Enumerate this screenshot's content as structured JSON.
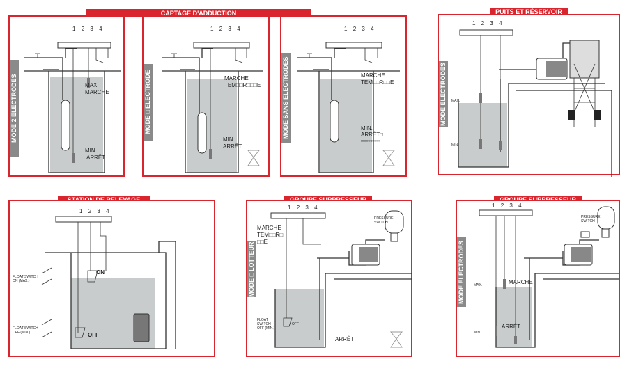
{
  "top_banner": "CAPTAGE D'ADDUCTION",
  "terminal_numbers": [
    "1",
    "2",
    "3",
    "4"
  ],
  "panel1": {
    "mode": "MODE 2 ELECTRODES",
    "max": "MAX.",
    "marche": "MARCHE",
    "min": "MIN.",
    "arret": "ARRÊT"
  },
  "panel2": {
    "mode": "MODE□ELECTRODE",
    "marche": "MARCHE",
    "tempo": "TEM□□R□□□E",
    "min": "MIN.",
    "arret": "ARRÊT"
  },
  "panel3": {
    "mode": "MODE SANS ELECTRODES",
    "marche": "MARCHE",
    "tempo": "TEM□□R□□E",
    "min": "MIN.",
    "arret": "ARRÊT□",
    "boxes": "□□□□□□□□□"
  },
  "panel4": {
    "title": "PUITS ET RÉSERVOIR",
    "mode": "MODE ELECTRODES",
    "max": "MAX.",
    "min": "MIN."
  },
  "panel5": {
    "title": "STATION DE RELEVAGE",
    "on": "ON",
    "off": "OFF",
    "float_on": "FLOAT SWITCH ON (MAX.)",
    "float_off": "FLOAT SWITCH OFF (MIN.)"
  },
  "panel6": {
    "title": "GROUPE SURPRESSEUR",
    "mode": "MODE□LOTTEUR",
    "marche": "MARCHE",
    "tem": "TEM□□R□",
    "e": "□□E",
    "pressure": "PRESSURE SWITCH",
    "float_off": "FLOAT SWITCH OFF (MIN.)",
    "off": "OFF",
    "arret": "ARRÊT"
  },
  "panel7": {
    "title": "GROUPE SURPRESSEUR",
    "mode": "MODE ELECTRODES",
    "pressure": "PRESSURE SWITCH",
    "max": "MAX.",
    "marche": "MARCHE",
    "min": "MIN.",
    "arret": "ARRÊT"
  }
}
